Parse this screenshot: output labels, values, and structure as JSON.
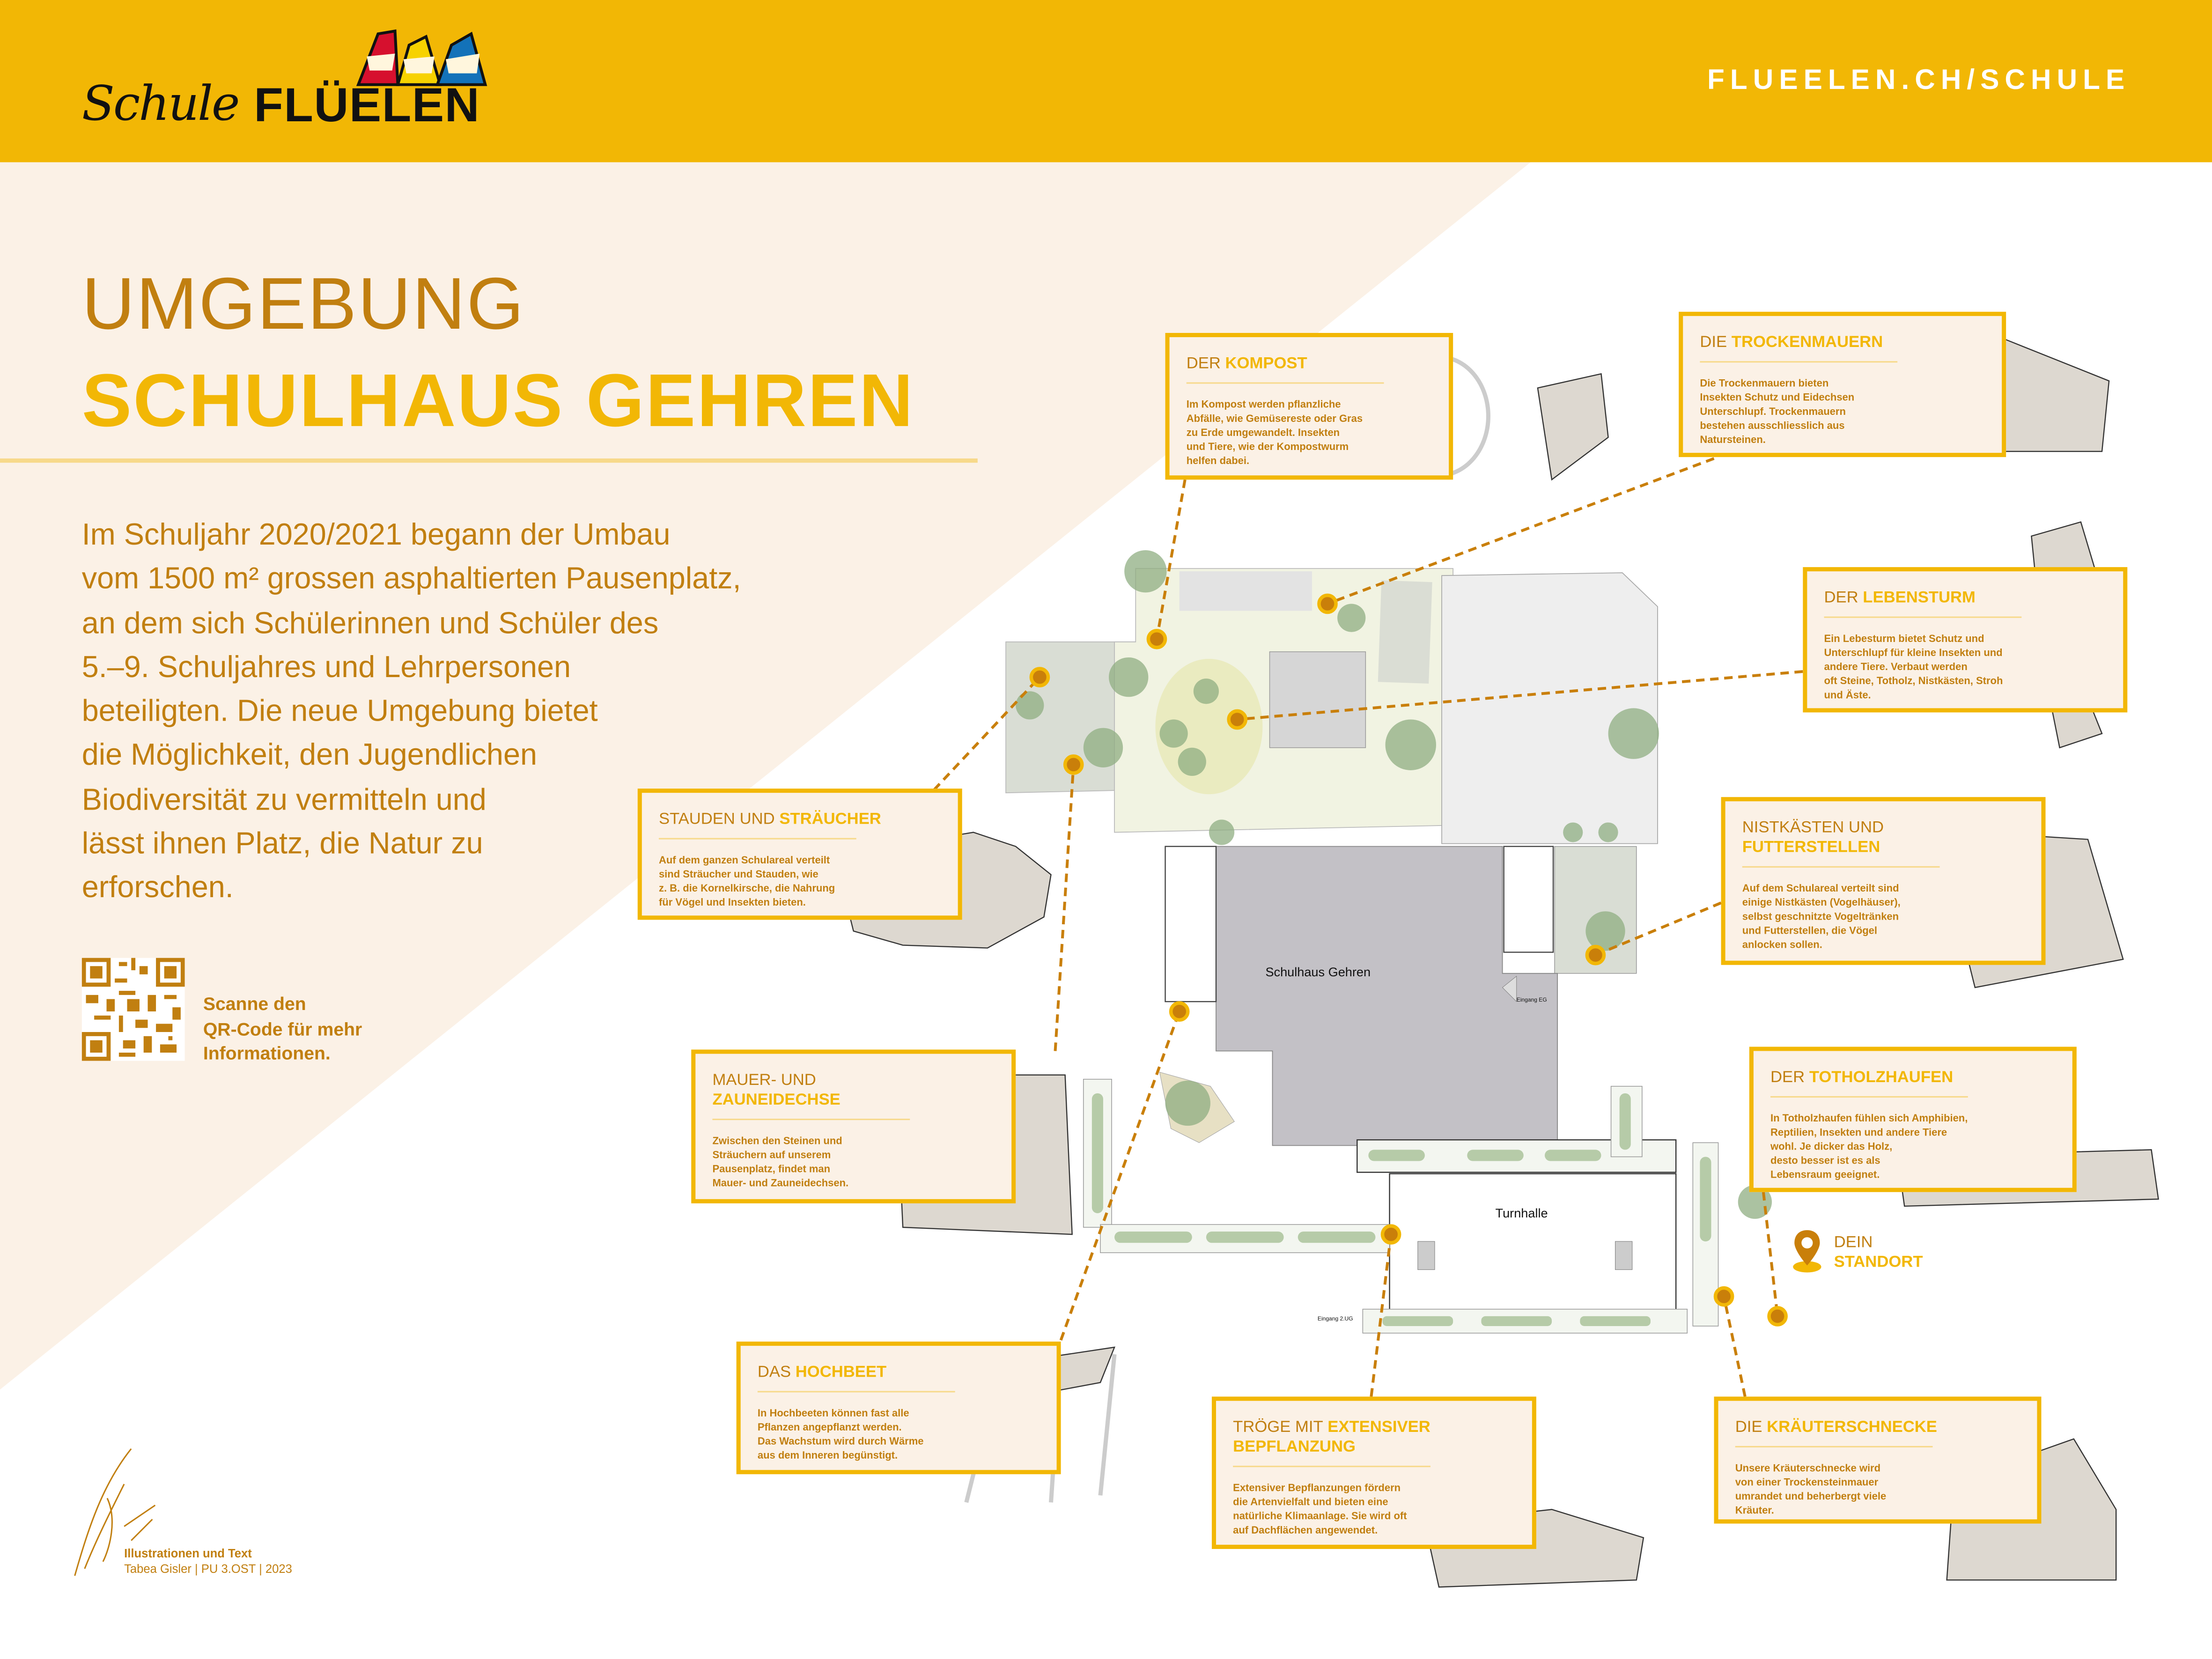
{
  "header": {
    "logo_script": "Schule",
    "logo_bold": "FLÜELEN",
    "url": "FLUEELEN.CH/SCHULE"
  },
  "title": {
    "line1": "UMGEBUNG",
    "line2": "SCHULHAUS GEHREN"
  },
  "intro": "Im Schuljahr 2020/2021 begann der Umbau\nvom 1500 m² grossen asphaltierten Pausenplatz,\nan dem sich Schülerinnen und Schüler des\n5.–9. Schuljahres und Lehrpersonen\nbeteiligten. Die neue Umgebung bietet\ndie Möglichkeit, den Jugendlichen\nBiodiversität zu vermitteln und\nlässt ihnen Platz, die Natur zu\nerforschen.",
  "qr": {
    "text": "Scanne den\nQR-Code für mehr\nInformationen."
  },
  "credits": {
    "label": "Illustrationen und Text",
    "line": "Tabea Gisler | PU 3.OST | 2023"
  },
  "map": {
    "building": "Schulhaus Gehren",
    "gym": "Turnhalle",
    "entrance_eg": "Eingang EG",
    "entrance_ug": "Eingang 2.UG"
  },
  "standort": {
    "light": "DEIN",
    "bold": "STANDORT"
  },
  "colors": {
    "brand": "#F2B705",
    "text": "#C17F10",
    "cream": "#FBF1E6",
    "marker": "#C97F0A"
  },
  "boxes": [
    {
      "title_light": "DER",
      "title_bold": "KOMPOST",
      "body": "Im Kompost werden pflanzliche\nAbfälle, wie Gemüsereste oder Gras\nzu Erde umgewandelt. Insekten\nund Tiere, wie der Kompostwurm\nhelfen dabei."
    },
    {
      "title_light": "DIE",
      "title_bold": "TROCKENMAUERN",
      "body": "Die Trockenmauern bieten\nInsekten Schutz und Eidechsen\nUnterschlupf. Trockenmauern\nbestehen ausschliesslich aus\nNatursteinen."
    },
    {
      "title_light": "DER",
      "title_bold": "LEBENSTURM",
      "body": "Ein Lebesturm bietet Schutz und\nUnterschlupf für kleine Insekten und\nandere Tiere. Verbaut werden\noft Steine, Totholz, Nistkästen, Stroh\nund Äste."
    },
    {
      "title_light": "STAUDEN UND",
      "title_bold": "STRÄUCHER",
      "body": "Auf dem ganzen Schulareal verteilt\nsind Sträucher und Stauden, wie\nz. B. die Kornelkirsche, die Nahrung\nfür Vögel und Insekten bieten."
    },
    {
      "title_light": "NISTKÄSTEN UND",
      "title_bold": "FUTTERSTELLEN",
      "body": "Auf dem Schulareal verteilt sind\neinige Nistkästen (Vogelhäuser),\nselbst geschnitzte Vogeltränken\nund Futterstellen, die Vögel\nanlocken sollen."
    },
    {
      "title_light": "MAUER- UND",
      "title_bold": "ZAUNEIDECHSE",
      "body": "Zwischen den Steinen und\nSträuchern auf unserem\nPausenplatz, findet man\nMauer- und Zauneidechsen."
    },
    {
      "title_light": "DER",
      "title_bold": "TOTHOLZHAUFEN",
      "body": "In Totholzhaufen fühlen sich Amphibien,\nReptilien, Insekten und andere Tiere\nwohl. Je dicker das Holz,\ndesto besser ist es als\nLebensraum geeignet."
    },
    {
      "title_light": "DAS",
      "title_bold": "HOCHBEET",
      "body": "In Hochbeeten können fast alle\nPflanzen angepflanzt werden.\nDas Wachstum wird durch Wärme\naus dem Inneren begünstigt."
    },
    {
      "title_light": "TRÖGE MIT",
      "title_bold": "EXTENSIVER BEPFLANZUNG",
      "body": "Extensiver Bepflanzungen fördern\ndie Artenvielfalt und bieten eine\nnatürliche Klimaanlage. Sie wird oft\nauf Dachflächen angewendet."
    },
    {
      "title_light": "DIE",
      "title_bold": "KRÄUTERSCHNECKE",
      "body": "Unsere Kräuterschnecke wird\nvon einer Trockensteinmauer\numrandet und beherbergt viele\nKräuter."
    }
  ]
}
